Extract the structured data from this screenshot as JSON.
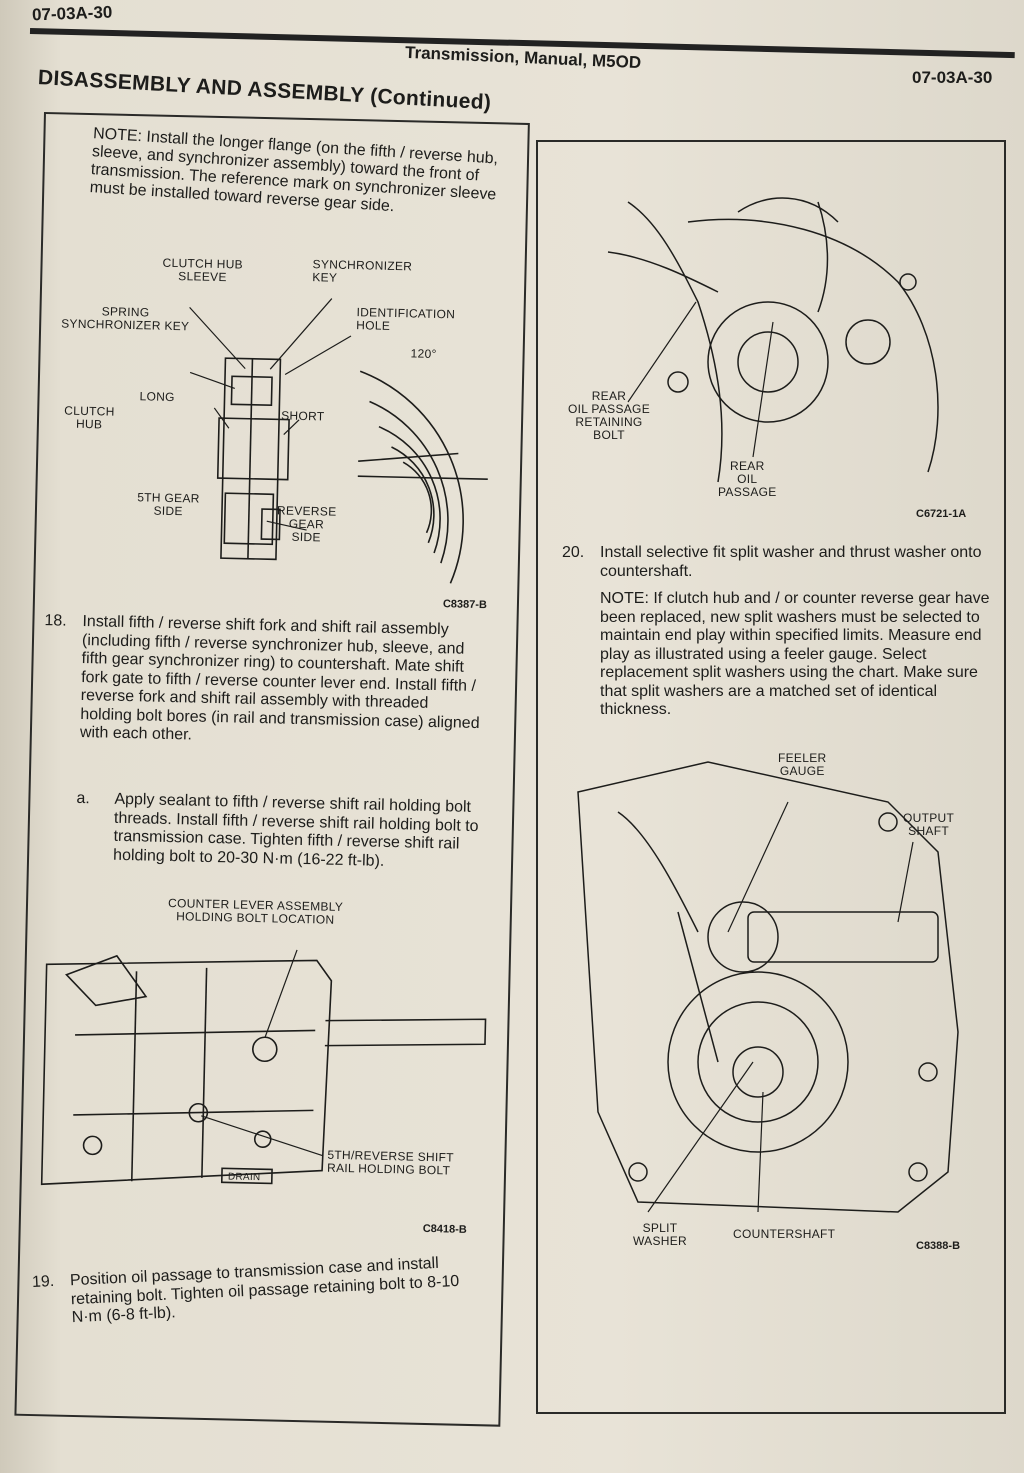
{
  "header": {
    "page_code_corner": "07-03A-30",
    "running_title": "Transmission, Manual, M5OD",
    "page_code_right": "07-03A-30",
    "section_title": "DISASSEMBLY AND ASSEMBLY (Continued)"
  },
  "left": {
    "note": "NOTE: Install the longer flange (on the fifth / reverse hub, sleeve, and synchronizer assembly) toward the front of transmission. The reference mark on synchronizer sleeve must be installed toward reverse gear side.",
    "fig1": {
      "labels": {
        "clutch_hub_sleeve": "CLUTCH HUB\nSLEEVE",
        "synchronizer_key": "SYNCHRONIZER\nKEY",
        "identification_hole": "IDENTIFICATION\nHOLE",
        "spring": "SPRING\nSYNCHRONIZER KEY",
        "angle": "120°",
        "long": "LONG",
        "clutch_hub": "CLUTCH\nHUB",
        "short": "SHORT",
        "fifth_gear_side": "5TH GEAR\nSIDE",
        "reverse_gear_side": "REVERSE\nGEAR\nSIDE"
      },
      "code": "C8387-B"
    },
    "step18": {
      "num": "18.",
      "text": "Install fifth / reverse shift fork and shift rail assembly (including fifth / reverse synchronizer hub, sleeve, and fifth gear synchronizer ring) to countershaft. Mate shift fork gate to fifth / reverse counter lever end. Install fifth / reverse fork and shift rail assembly with threaded holding bolt bores (in rail and transmission case) aligned with each other."
    },
    "step18a": {
      "num": "a.",
      "text": "Apply sealant to fifth / reverse shift rail holding bolt threads. Install fifth / reverse shift rail holding bolt to transmission case. Tighten fifth / reverse shift rail holding bolt to 20-30 N·m (16-22 ft-lb)."
    },
    "fig2": {
      "labels": {
        "counter_lever": "COUNTER LEVER ASSEMBLY\nHOLDING BOLT LOCATION",
        "rail_bolt": "5TH/REVERSE SHIFT\nRAIL HOLDING BOLT",
        "drain": "DRAIN"
      },
      "code": "C8418-B"
    },
    "step19": {
      "num": "19.",
      "text": "Position oil passage to transmission case and install retaining bolt. Tighten oil passage retaining bolt to 8-10 N·m (6-8 ft-lb)."
    }
  },
  "right": {
    "fig3": {
      "labels": {
        "rear_bolt": "REAR\nOIL PASSAGE\nRETAINING\nBOLT",
        "rear_passage": "REAR\nOIL\nPASSAGE"
      },
      "code": "C6721-1A"
    },
    "step20": {
      "num": "20.",
      "text": "Install selective fit split washer and thrust washer onto countershaft."
    },
    "note20": "NOTE: If clutch hub and / or counter reverse gear have been replaced, new split washers must be selected to maintain end play within specified limits. Measure end play as illustrated using a feeler gauge. Select replacement split washers using the chart. Make sure that split washers are a matched set of identical thickness.",
    "fig4": {
      "labels": {
        "feeler": "FEELER\nGAUGE",
        "output": "OUTPUT\nSHAFT",
        "split": "SPLIT\nWASHER",
        "countershaft": "COUNTERSHAFT"
      },
      "code": "C8388-B"
    }
  }
}
